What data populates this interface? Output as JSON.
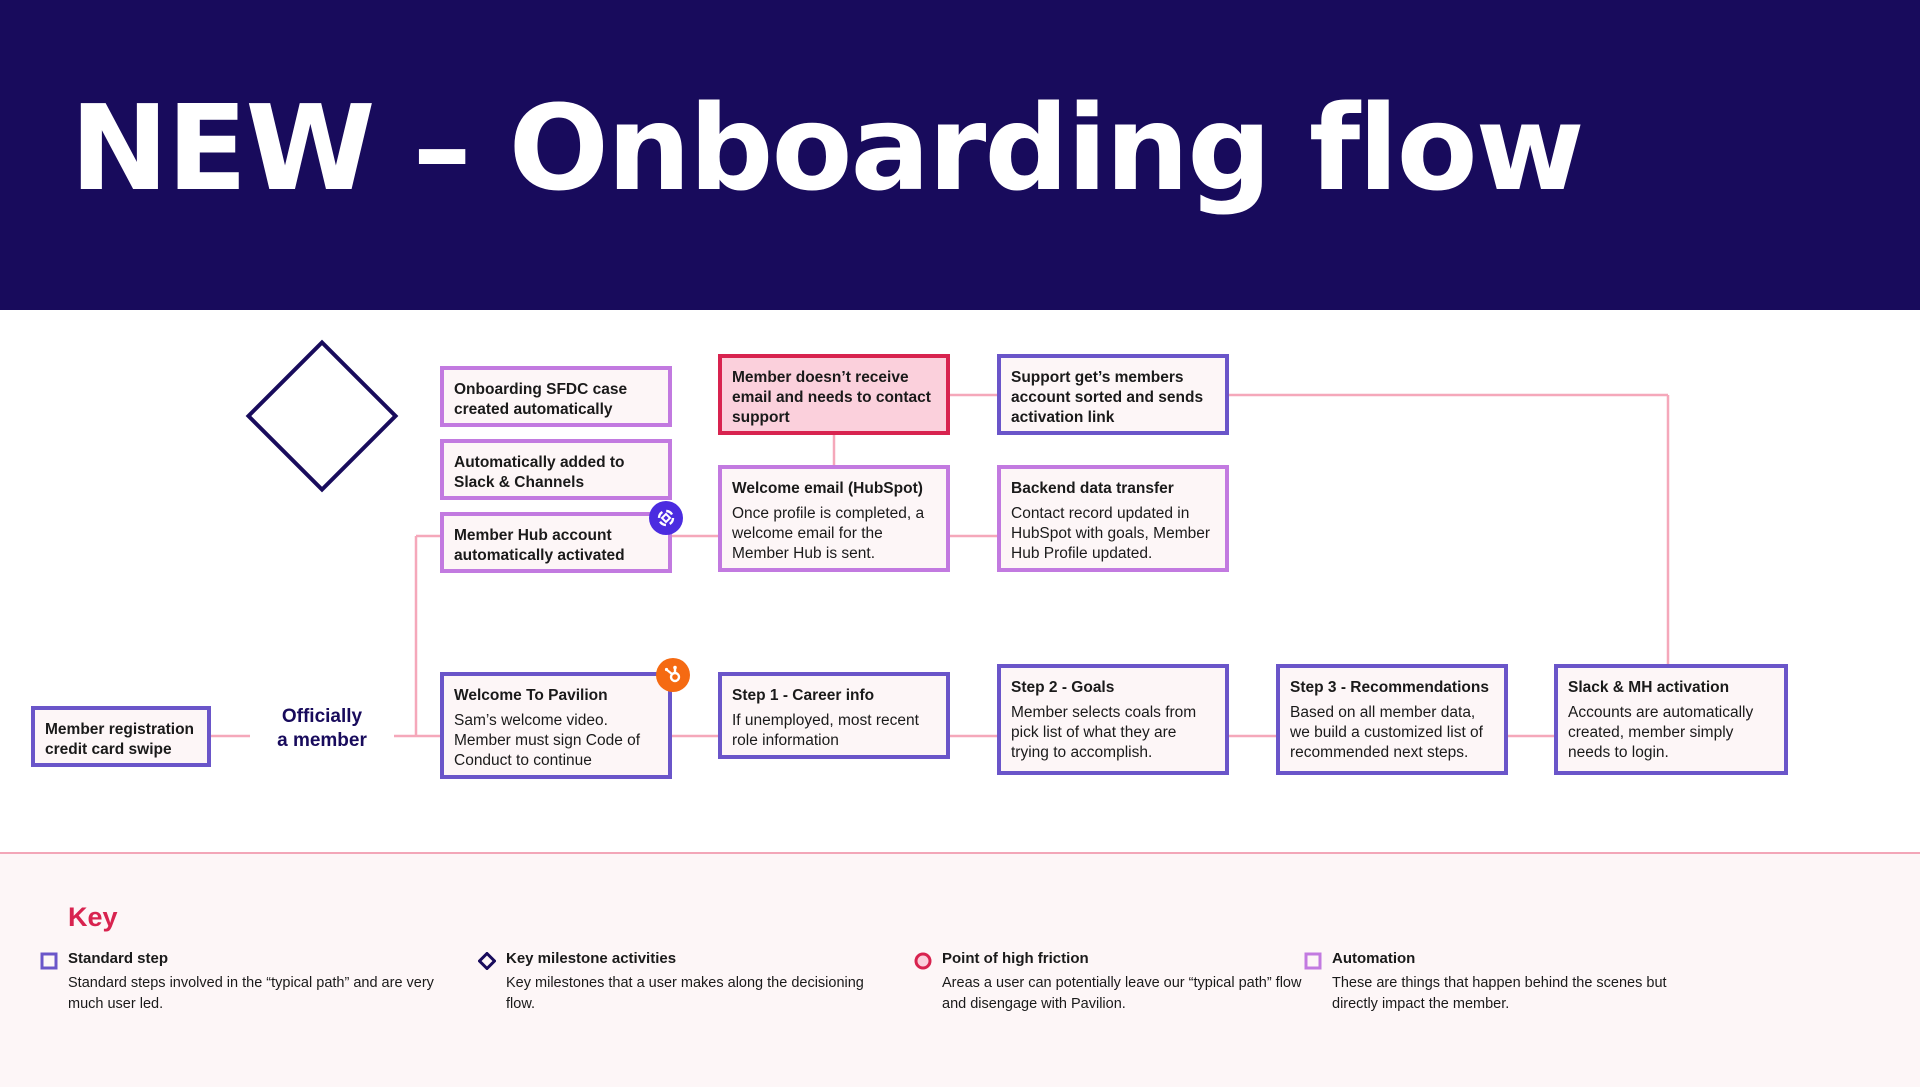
{
  "header": {
    "title": "NEW – Onboarding flow"
  },
  "milestone": {
    "label_line1": "Officially",
    "label_line2": "a member"
  },
  "boxes": {
    "registration": {
      "title": "Member registration credit card swipe"
    },
    "sfdc_case": {
      "title": "Onboarding SFDC case created automatically"
    },
    "slack_added": {
      "title": "Automatically added to Slack & Channels"
    },
    "hub_account": {
      "title": "Member Hub account automatically activated"
    },
    "friction": {
      "title": "Member doesn’t receive email and needs to contact support"
    },
    "welcome_email": {
      "title": "Welcome email (HubSpot)",
      "desc": "Once profile is completed, a welcome email for the Member Hub is sent."
    },
    "support": {
      "title": "Support get’s members account sorted and sends activation link"
    },
    "backend": {
      "title": "Backend data transfer",
      "desc": "Contact record updated in HubSpot with goals, Member Hub Profile updated."
    },
    "welcome_pavilion": {
      "title": "Welcome To Pavilion",
      "desc": "Sam’s welcome video. Member must sign Code of Conduct to continue"
    },
    "step1": {
      "title": "Step 1 - Career info",
      "desc": "If unemployed, most recent role information"
    },
    "step2": {
      "title": "Step 2 - Goals",
      "desc": "Member selects coals from pick list of what they are trying to accomplish."
    },
    "step3": {
      "title": "Step 3 - Recommendations",
      "desc": "Based on all member data, we build a customized list of recommended next steps."
    },
    "slack_mh": {
      "title": "Slack & MH activation",
      "desc": "Accounts are automatically created, member simply needs to login."
    }
  },
  "key": {
    "title": "Key",
    "items": [
      {
        "name": "Standard step",
        "desc": "Standard steps involved in the “typical path” and are very much user led."
      },
      {
        "name": "Key milestone activities",
        "desc": "Key milestones that a user makes along the decisioning flow."
      },
      {
        "name": "Point of high friction",
        "desc": "Areas a user can potentially leave our “typical path” flow and disengage with Pavilion."
      },
      {
        "name": "Automation",
        "desc": "These are things that happen behind the scenes but directly impact the member."
      }
    ]
  },
  "colors": {
    "header_bg": "#180b5c",
    "standard_border": "#6a55c9",
    "automation_border": "#c27ae0",
    "friction_border": "#d8234f",
    "friction_fill": "#fbd0dc",
    "connector": "#f5a8ba",
    "key_title": "#d8234f",
    "member_hub_badge": "#4b2ce0",
    "hubspot_badge": "#f56a12"
  },
  "icons": {
    "member_hub_badge": "member-hub-logo-icon",
    "hubspot_badge": "hubspot-logo-icon"
  }
}
